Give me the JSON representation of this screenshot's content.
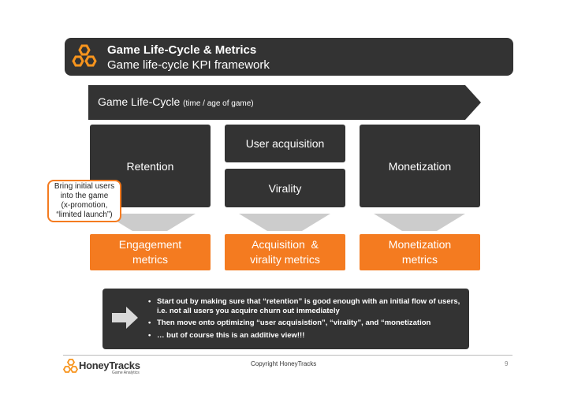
{
  "header": {
    "title": "Game Life-Cycle & Metrics",
    "subtitle": "Game life-cycle KPI framework",
    "logo_icon": "honeycomb-icon"
  },
  "lifecycle": {
    "label": "Game Life-Cycle",
    "note": "(time / age of game)"
  },
  "stages": {
    "retention": "Retention",
    "user_acquisition": "User acquisition",
    "virality": "Virality",
    "monetization": "Monetization"
  },
  "metrics": {
    "engagement_line1": "Engagement",
    "engagement_line2": "metrics",
    "acquisition_line1": "Acquisition  &",
    "acquisition_line2": "virality metrics",
    "monetization_line1": "Monetization",
    "monetization_line2": "metrics"
  },
  "callout": {
    "line1": "Bring initial users",
    "line2": "into the game",
    "line3": "(x-promotion,",
    "line4": "“limited launch”)"
  },
  "bullets": [
    "Start out by making sure that “retention” is good enough with an initial flow of users, i.e. not all users you acquire churn out immediately",
    "Then move onto optimizing “user acquisistion”, “virality”, and “monetization",
    "… but of course this is an additive view!!!"
  ],
  "footer": {
    "brand": "HoneyTracks",
    "brand_sub": "Game Analytics",
    "copyright": "Copyright HoneyTracks",
    "page": "9"
  },
  "colors": {
    "dark": "#333333",
    "orange": "#f47b20",
    "funnel": "#cccccc"
  }
}
